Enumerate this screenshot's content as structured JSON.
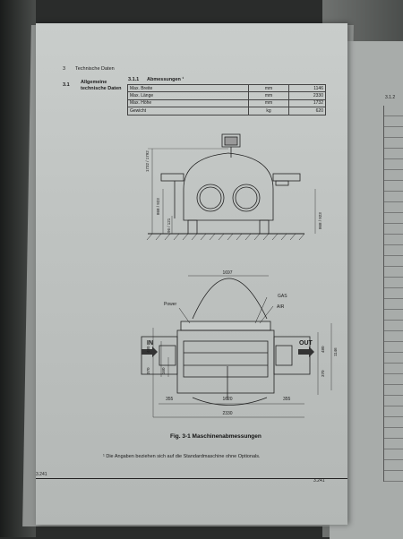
{
  "header": {
    "chapter_num": "3",
    "chapter_title": "Technische Daten",
    "section_num": "3.1",
    "section_title_1": "Allgemeine",
    "section_title_2": "technische Daten",
    "subsection_num": "3.1.1",
    "subsection_title": "Abmessungen ¹"
  },
  "spec_table": {
    "rows": [
      {
        "label": "Max. Breite",
        "unit": "mm",
        "value": "1146"
      },
      {
        "label": "Max. Länge",
        "unit": "mm",
        "value": "2330"
      },
      {
        "label": "Max. Höhe",
        "unit": "mm",
        "value": "1732"
      },
      {
        "label": "Gewicht",
        "unit": "kg",
        "value": "620"
      }
    ]
  },
  "front_view": {
    "dims_left": [
      "1732 / 1792",
      "868 / 923",
      "96 / 121"
    ],
    "dims_right": [
      "868 / 923"
    ]
  },
  "top_view": {
    "dim_top": "1697",
    "label_power": "Power",
    "label_gas": "GAS",
    "label_air": "AIR",
    "label_in": "IN",
    "label_out": "OUT",
    "dims_left": [
      "480",
      "160",
      "370"
    ],
    "dims_right": [
      "1146",
      "480",
      "370"
    ],
    "dim_355_left": "355",
    "dim_1620": "1620",
    "dim_355_right": "355",
    "dim_2330": "2330"
  },
  "caption": "Fig. 3-1 Maschinenabmessungen",
  "footnote": "¹ Die Angaben beziehen sich auf die Standardmaschine ohne Optionals.",
  "page_num_left": "3.241",
  "page_num_right": "3.241",
  "right_page": {
    "section_num": "3.1.2"
  }
}
